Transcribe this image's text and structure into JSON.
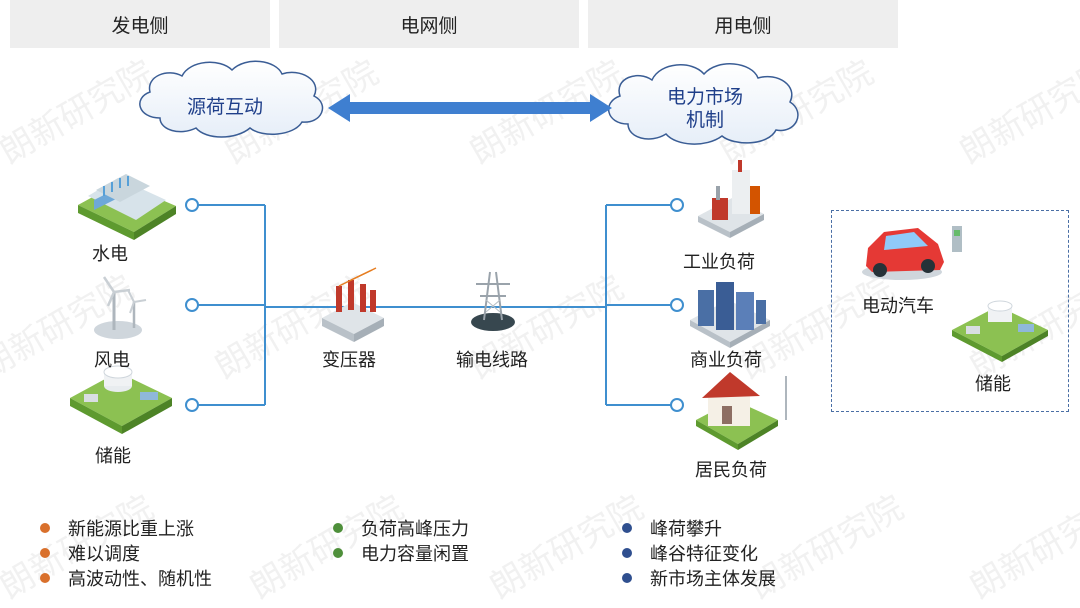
{
  "headers": {
    "generation": "发电侧",
    "grid": "电网侧",
    "consumption": "用电侧"
  },
  "clouds": {
    "left": "源荷互动",
    "right_line1": "电力市场",
    "right_line2": "机制"
  },
  "generation": {
    "hydro": "水电",
    "wind": "风电",
    "storage": "储能"
  },
  "grid": {
    "transformer": "变压器",
    "transmission": "输电线路"
  },
  "consumption": {
    "industrial": "工业负荷",
    "commercial": "商业负荷",
    "residential": "居民负荷",
    "ev": "电动汽车",
    "storage": "储能"
  },
  "bullets": {
    "generation": [
      "新能源比重上涨",
      "难以调度",
      "高波动性、随机性"
    ],
    "grid": [
      "负荷高峰压力",
      "电力容量闲置"
    ],
    "consumption": [
      "峰荷攀升",
      "峰谷特征变化",
      "新市场主体发展"
    ]
  },
  "watermark": "朗新研究院",
  "colors": {
    "header_bg": "#eeeeee",
    "line": "#3f8fcf",
    "arrow": "#3f7fd0",
    "cloud_text": "#1f3f8a",
    "bullet_generation": "#d9702c",
    "bullet_grid": "#4e8f3a",
    "bullet_consumption": "#2f4f8f",
    "dashed_box": "#4a6fa5"
  }
}
